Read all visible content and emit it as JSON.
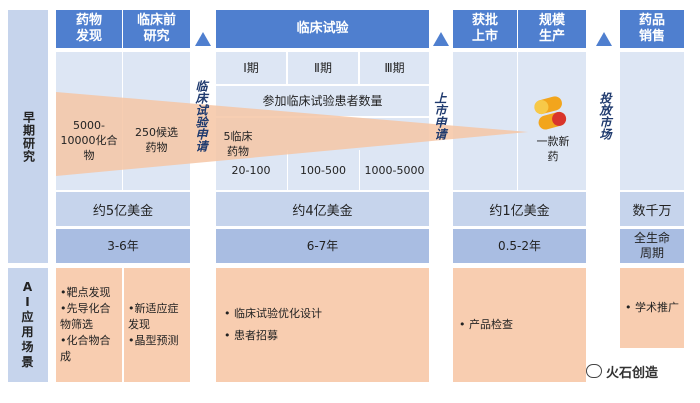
{
  "rows": {
    "early": "早期研究",
    "ai": "AI应用场景"
  },
  "headers": {
    "discovery": "药物发现",
    "preclinical": "临床前研究",
    "clinical": "临床试验",
    "approval": "获批上市",
    "production": "规模生产",
    "sales": "药品销售"
  },
  "milestones": {
    "clinical_app": "临床试验申请",
    "market_app": "上市申请",
    "launch": "投放市场"
  },
  "phases": [
    "Ⅰ期",
    "Ⅱ期",
    "Ⅲ期"
  ],
  "participants": {
    "label": "参加临床试验患者数量",
    "phase1": "20-100",
    "phase2": "100-500",
    "phase3": "1000-5000"
  },
  "funnel": {
    "compounds": "5000-10000化合物",
    "candidates": "250候选药物",
    "clinical_drugs": "5临床药物",
    "new_drug": "一款新药"
  },
  "cost": {
    "early": "约5亿美金",
    "clinical": "约4亿美金",
    "approval": "约1亿美金",
    "sales": "数千万"
  },
  "duration": {
    "early": "3-6年",
    "clinical": "6-7年",
    "approval": "0.5-2年",
    "sales": "全生命周期"
  },
  "ai": {
    "discovery": [
      "•靶点发现",
      "•先导化合物筛选",
      "•化合物合成"
    ],
    "preclinical": [
      "•新适应症发现",
      "•晶型预测"
    ],
    "clinical": [
      "•  临床试验优化设计",
      "•  患者招募"
    ],
    "approval": [
      "•  产品检查"
    ],
    "sales": [
      "•  学术推广"
    ]
  },
  "watermark": "火石创造",
  "colors": {
    "header": "#4f7fcf",
    "light": "#dde6f4",
    "mid": "#c6d4ec",
    "dark": "#a9bde2",
    "peach": "#f8cdb0",
    "funnel": "#f6c5a4"
  }
}
